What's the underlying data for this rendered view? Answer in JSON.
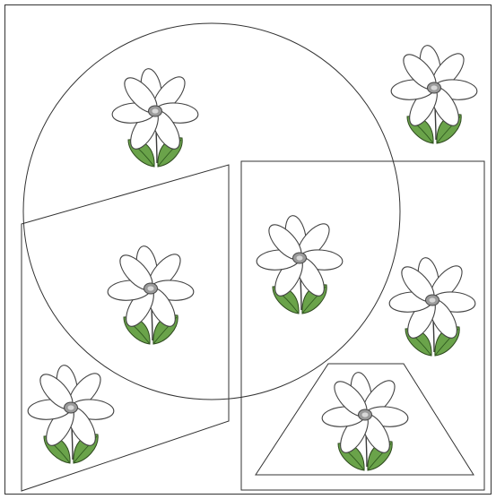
{
  "diagram": {
    "kind": "venn-style sorting diagram",
    "region_shapes": [
      "circle",
      "quadrilateral",
      "rectangle",
      "trapezoid"
    ],
    "item_icon": "daisy-flower-icon",
    "item_count": 7,
    "colors": {
      "outline": "#333333",
      "petal_fill": "#ffffff",
      "petal_stroke": "#444444",
      "center_fill": "#9a9a9a",
      "center_inner": "#d8d8d8",
      "leaf_fill": "#6aa34a",
      "leaf_vein": "#2f5a1f",
      "stem": "#3a3a3a"
    }
  }
}
